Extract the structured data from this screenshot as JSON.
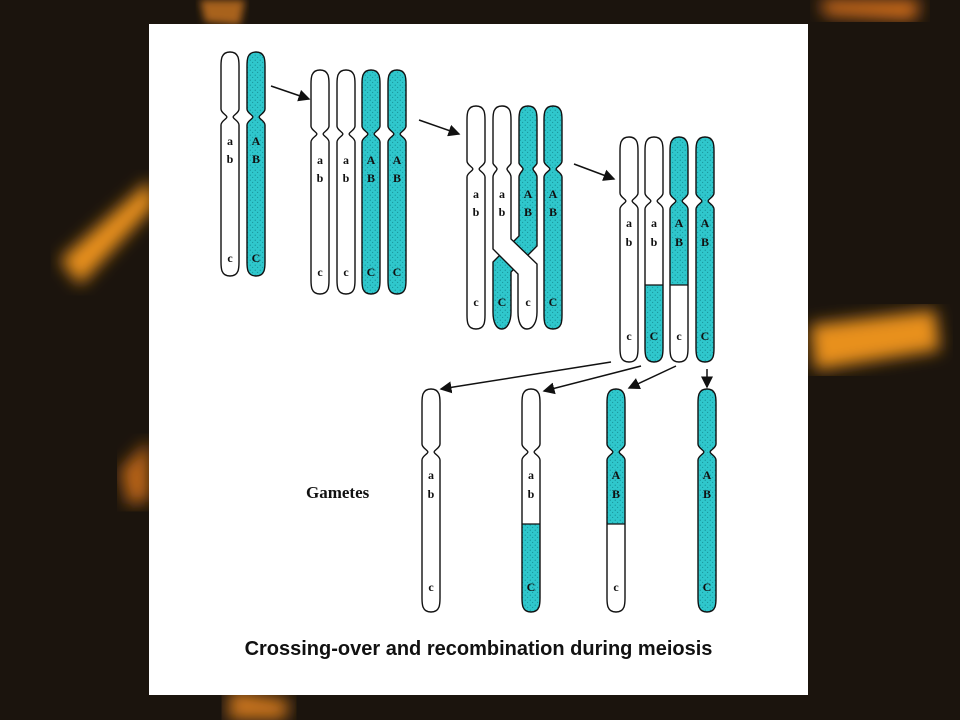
{
  "caption": "Crossing-over and recombination  during meiosis",
  "gametes_label": "Gametes",
  "colors": {
    "maternal": "#2fc7cc",
    "paternal": "#ffffff",
    "outline": "#111111",
    "background": "#1b140d",
    "glow": "#f0a020"
  },
  "alleles": {
    "paternal": [
      "a",
      "b",
      "c"
    ],
    "maternal": [
      "A",
      "B",
      "C"
    ]
  },
  "stages": [
    {
      "name": "homologous-pair",
      "chromatids": [
        "paternal",
        "maternal"
      ]
    },
    {
      "name": "replicated-chromosomes",
      "chromatids": [
        "paternal",
        "paternal",
        "maternal",
        "maternal"
      ]
    },
    {
      "name": "crossing-over",
      "chromatids": [
        "paternal",
        "crossing",
        "crossing",
        "maternal"
      ]
    },
    {
      "name": "after-recombination",
      "chromatids": [
        "paternal",
        "recombinant-paternal",
        "recombinant-maternal",
        "maternal"
      ]
    },
    {
      "name": "gametes",
      "chromatids": [
        "paternal",
        "recombinant-paternal",
        "recombinant-maternal",
        "maternal"
      ]
    }
  ]
}
